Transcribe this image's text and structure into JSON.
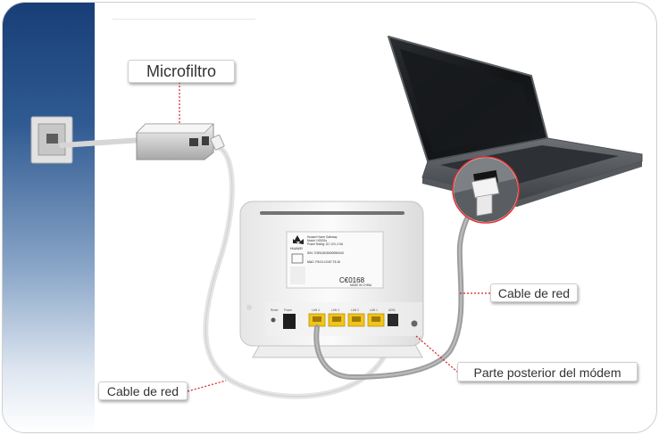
{
  "labels": {
    "microfilter": "Microfiltro",
    "network_cable_right": "Cable de red",
    "modem_back": "Parte posterior del módem",
    "network_cable_left": "Cable de red"
  },
  "modem_sticker": {
    "brand": "HUAWEI",
    "lines": [
      "Huawei Home Gateway",
      "Model: HG531s",
      "Power Rating: DC 12V, 0.5A",
      "S/N: 7GE61515020050043",
      "MAC: F8:01:13:67:73:16"
    ],
    "ce_mark": "C€0168",
    "made_in": "MADE IN CHINA"
  },
  "modem_ports": {
    "reset": "Reset",
    "power": "Power",
    "lan": [
      "LAN 4",
      "LAN 3",
      "LAN 2",
      "LAN 1"
    ],
    "adsl": "ADSL"
  },
  "colors": {
    "side_band_top": "#183e77",
    "leader_line": "#d62020",
    "cable": "#e4e4e4",
    "lan_port": "#f0c419",
    "laptop_highlight": "#e03030"
  },
  "icons": {
    "wall_jack": "wall-socket-icon",
    "microfilter": "microfilter-icon",
    "modem": "router-icon",
    "laptop": "laptop-icon"
  }
}
